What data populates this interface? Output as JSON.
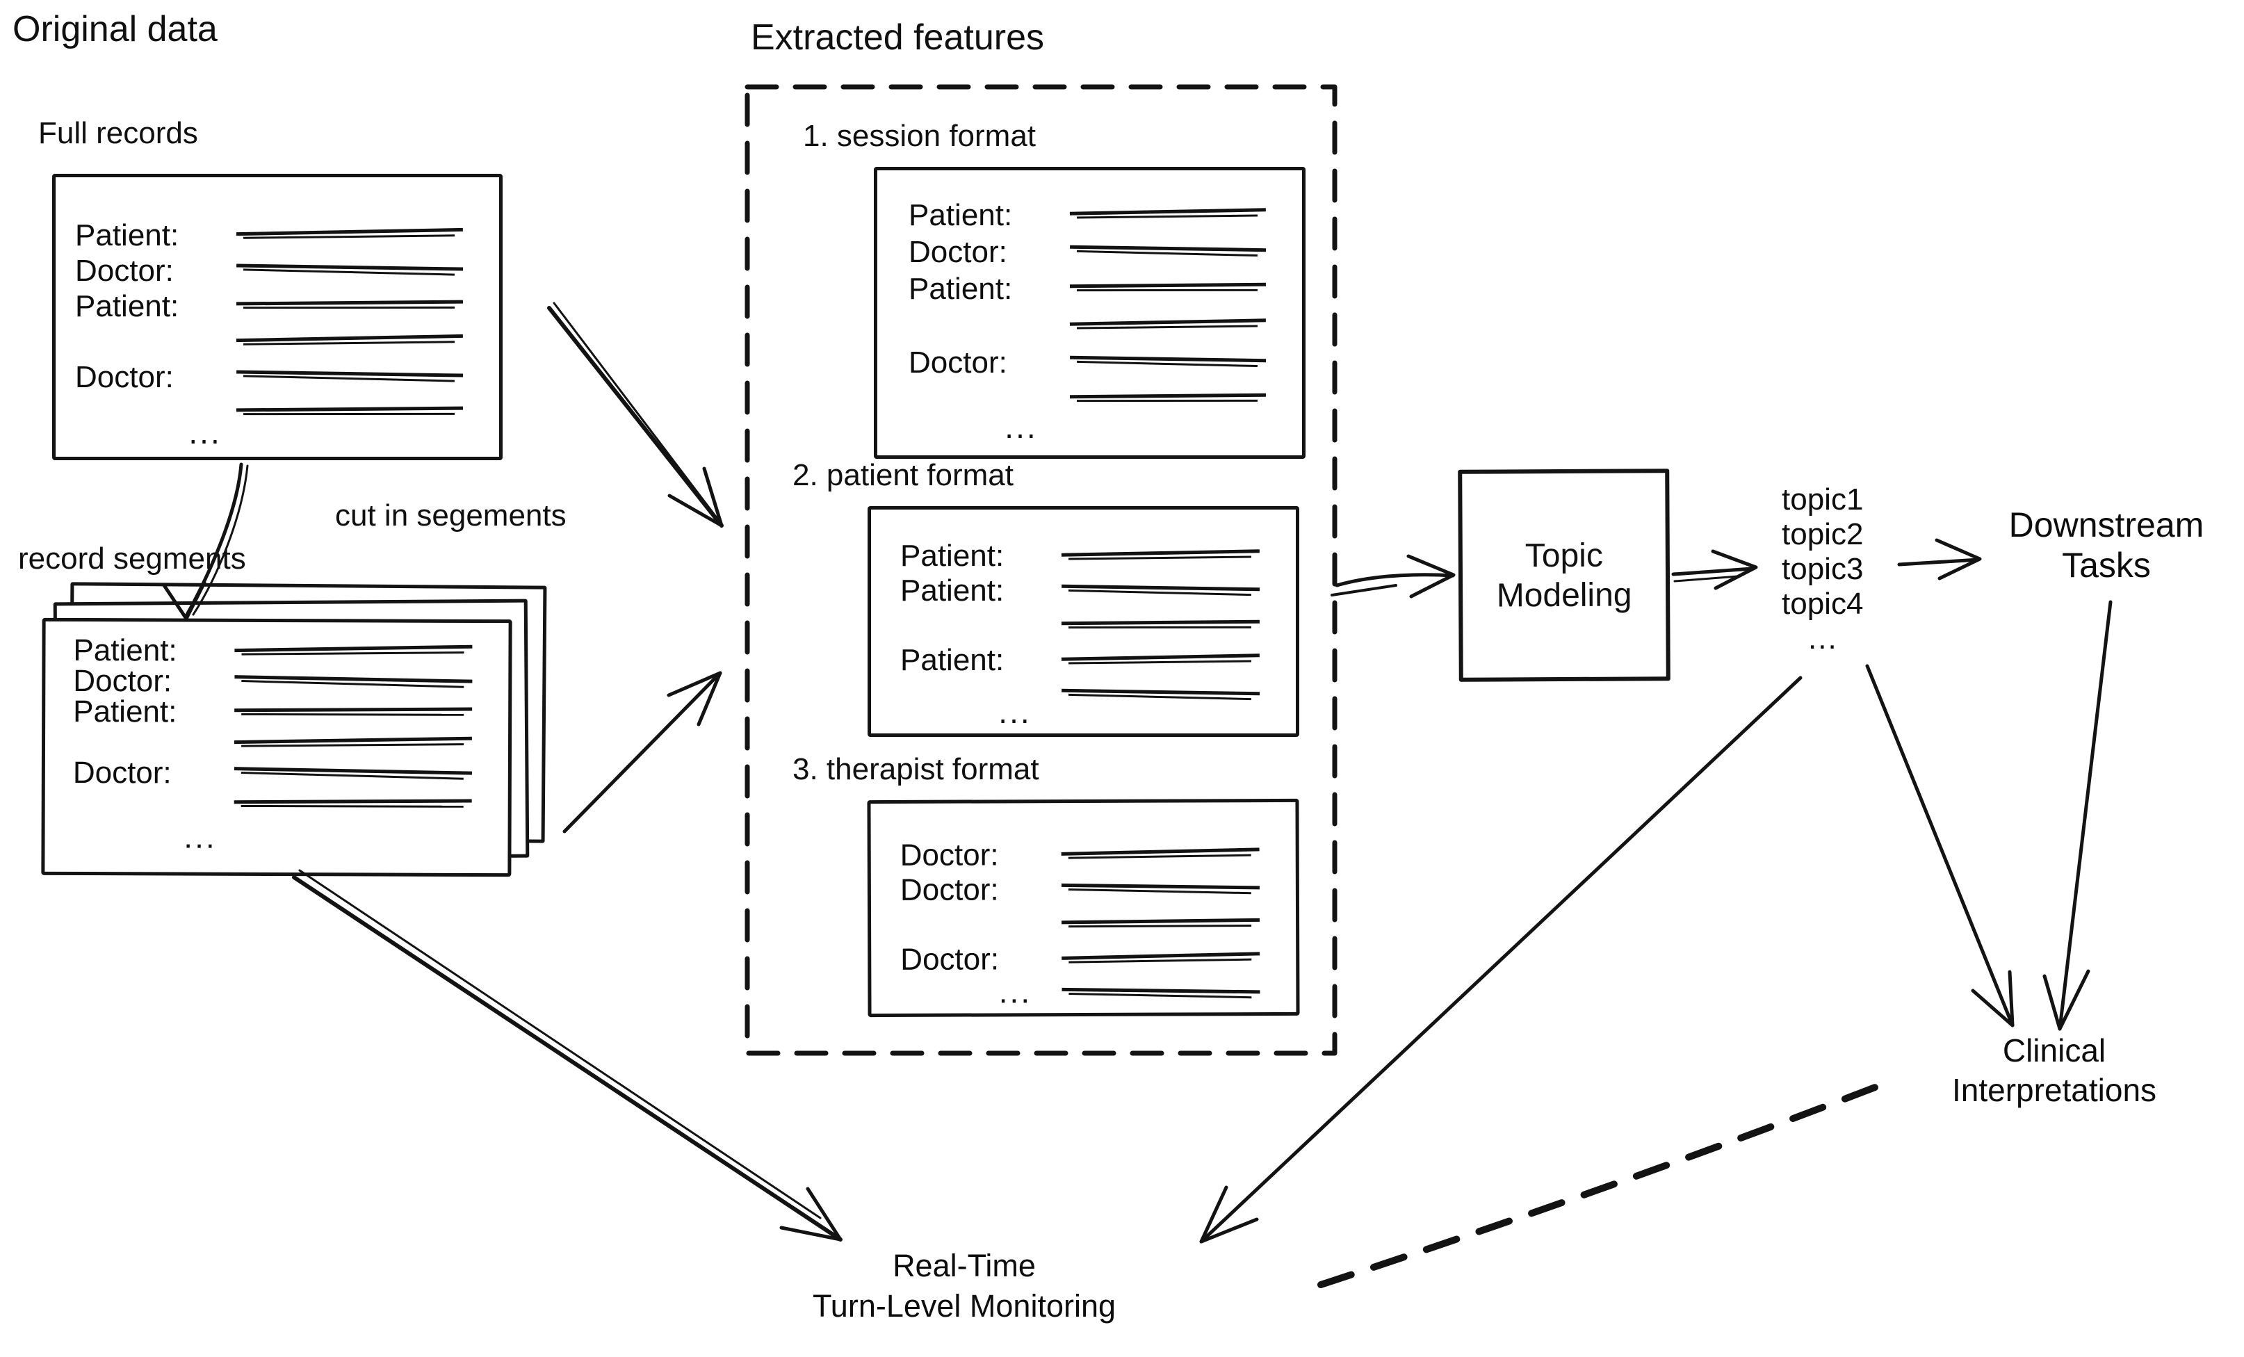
{
  "titles": {
    "original_data": "Original data",
    "extracted_features": "Extracted features"
  },
  "full_records": {
    "label": "Full records",
    "rows": [
      {
        "speaker": "Patient:"
      },
      {
        "speaker": "Doctor:"
      },
      {
        "speaker": "Patient:"
      },
      {
        "speaker": ""
      },
      {
        "speaker": "Doctor:"
      },
      {
        "speaker": ""
      }
    ],
    "ellipsis": "..."
  },
  "cut_label": "cut in segements",
  "record_segments": {
    "label": "record segments",
    "rows": [
      {
        "speaker": "Patient:"
      },
      {
        "speaker": "Doctor:"
      },
      {
        "speaker": "Patient:"
      },
      {
        "speaker": ""
      },
      {
        "speaker": "Doctor:"
      },
      {
        "speaker": ""
      }
    ],
    "ellipsis": "..."
  },
  "features": [
    {
      "title": "1. session format",
      "rows": [
        {
          "speaker": "Patient:"
        },
        {
          "speaker": "Doctor:"
        },
        {
          "speaker": "Patient:"
        },
        {
          "speaker": ""
        },
        {
          "speaker": "Doctor:"
        },
        {
          "speaker": ""
        }
      ],
      "ellipsis": "..."
    },
    {
      "title": "2. patient format",
      "rows": [
        {
          "speaker": "Patient:"
        },
        {
          "speaker": "Patient:"
        },
        {
          "speaker": ""
        },
        {
          "speaker": "Patient:"
        },
        {
          "speaker": ""
        }
      ],
      "ellipsis": "..."
    },
    {
      "title": "3. therapist format",
      "rows": [
        {
          "speaker": "Doctor:"
        },
        {
          "speaker": "Doctor:"
        },
        {
          "speaker": ""
        },
        {
          "speaker": "Doctor:"
        },
        {
          "speaker": ""
        }
      ],
      "ellipsis": "..."
    }
  ],
  "topic_modeling": {
    "line1": "Topic",
    "line2": "Modeling"
  },
  "topics": {
    "items": [
      "topic1",
      "topic2",
      "topic3",
      "topic4"
    ],
    "ellipsis": "..."
  },
  "downstream": {
    "line1": "Downstream",
    "line2": "Tasks"
  },
  "clinical": {
    "line1": "Clinical",
    "line2": "Interpretations"
  },
  "monitoring": {
    "line1": "Real-Time",
    "line2": "Turn-Level Monitoring"
  },
  "colors": {
    "ink": "#131313",
    "background": "#ffffff"
  }
}
